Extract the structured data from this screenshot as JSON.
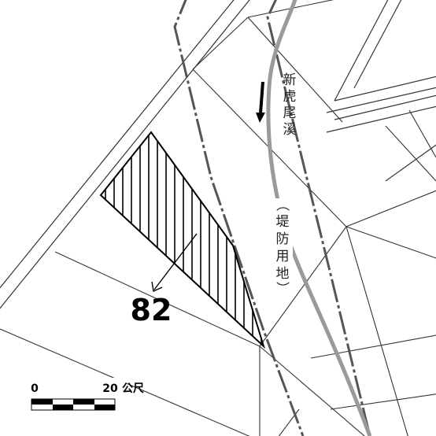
{
  "map": {
    "parcel_number": "82",
    "stream_name_chars": [
      "新",
      "虎",
      "尾",
      "溪"
    ],
    "levee_note_chars": [
      "（",
      "堤",
      "防",
      "用",
      "地",
      "）"
    ],
    "flow_direction": "south",
    "highlight_pattern": "vertical-hatch",
    "stream_color": "#9a9a9a",
    "boundary_color": "#555555"
  },
  "scale": {
    "start_label": "0",
    "end_label": "20",
    "unit": "公尺"
  }
}
